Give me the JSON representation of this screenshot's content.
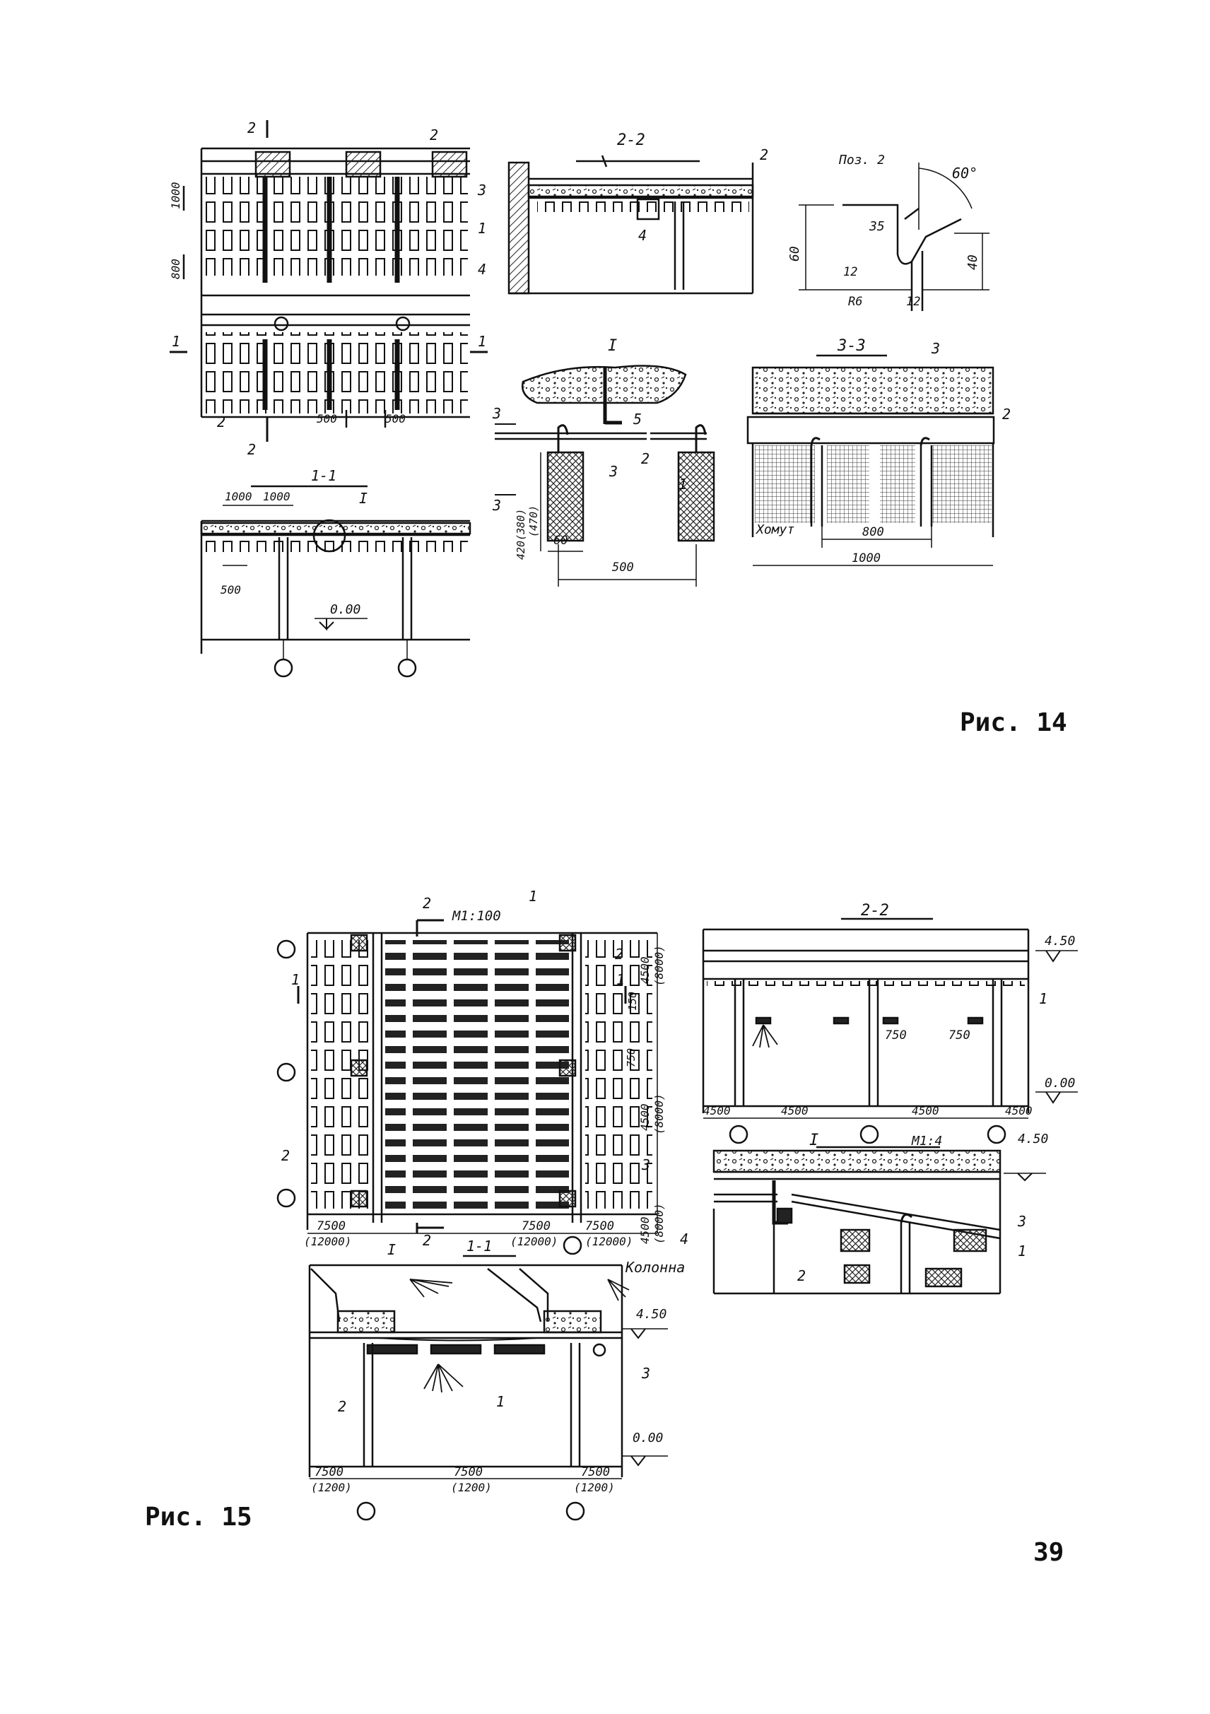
{
  "figure14": {
    "caption": "Рис. 14",
    "plan": {
      "section_marks": [
        "2",
        "2",
        "1",
        "1"
      ],
      "callouts": [
        "2",
        "3",
        "1",
        "4",
        "2"
      ],
      "dims": [
        "1000",
        "800",
        "500",
        "500"
      ]
    },
    "section_2_2": {
      "title": "2-2",
      "callouts": [
        "2",
        "4"
      ]
    },
    "poz2": {
      "title": "Поз. 2",
      "angle": "60°",
      "dims": [
        "60",
        "35",
        "40",
        "12",
        "R6",
        "12"
      ]
    },
    "section_1_1": {
      "title": "1-1",
      "dims": [
        "1000",
        "1000",
        "500"
      ],
      "detail": "I",
      "level": "0.00"
    },
    "detail_I": {
      "title": "I",
      "marks": [
        "3",
        "3"
      ],
      "callouts": [
        "5",
        "2",
        "3",
        "1"
      ],
      "dims": [
        "420(380)",
        "(470)",
        "60",
        "500"
      ]
    },
    "section_3_3": {
      "title": "3-3",
      "callouts": [
        "3",
        "2"
      ],
      "label": "Хомут",
      "dims": [
        "800",
        "1000"
      ]
    }
  },
  "figure15": {
    "caption": "Рис. 15",
    "plan": {
      "scale": "М1:100",
      "marks": [
        "2",
        "2",
        "1",
        "1"
      ],
      "callouts": [
        "1",
        "2",
        "3",
        "2"
      ],
      "dims_bottom": [
        "7500",
        "(12000)",
        "7500",
        "(12000)",
        "7500",
        "(12000)"
      ],
      "dims_right": [
        "4500",
        "(8000)",
        "150",
        "750",
        "4500",
        "(8000)",
        "4500",
        "(8000)"
      ]
    },
    "section_2_2": {
      "title": "2-2",
      "level_top": "4.50",
      "level_bottom": "0.00",
      "dims": [
        "750",
        "750",
        "4500",
        "4500",
        "4500",
        "4500"
      ],
      "callouts": [
        "1"
      ]
    },
    "detail_I": {
      "title": "I",
      "scale": "М1:4",
      "level": "4.50",
      "callouts": [
        "4",
        "3",
        "1",
        "2"
      ],
      "label": "Колонна"
    },
    "section_1_1": {
      "title": "1-1",
      "detail": "I",
      "level_top": "4.50",
      "level_bottom": "0.00",
      "callouts": [
        "3",
        "2",
        "1"
      ],
      "dims": [
        "7500",
        "(1200)",
        "7500",
        "(1200)",
        "7500",
        "(1200)"
      ]
    }
  },
  "page_number": "39"
}
